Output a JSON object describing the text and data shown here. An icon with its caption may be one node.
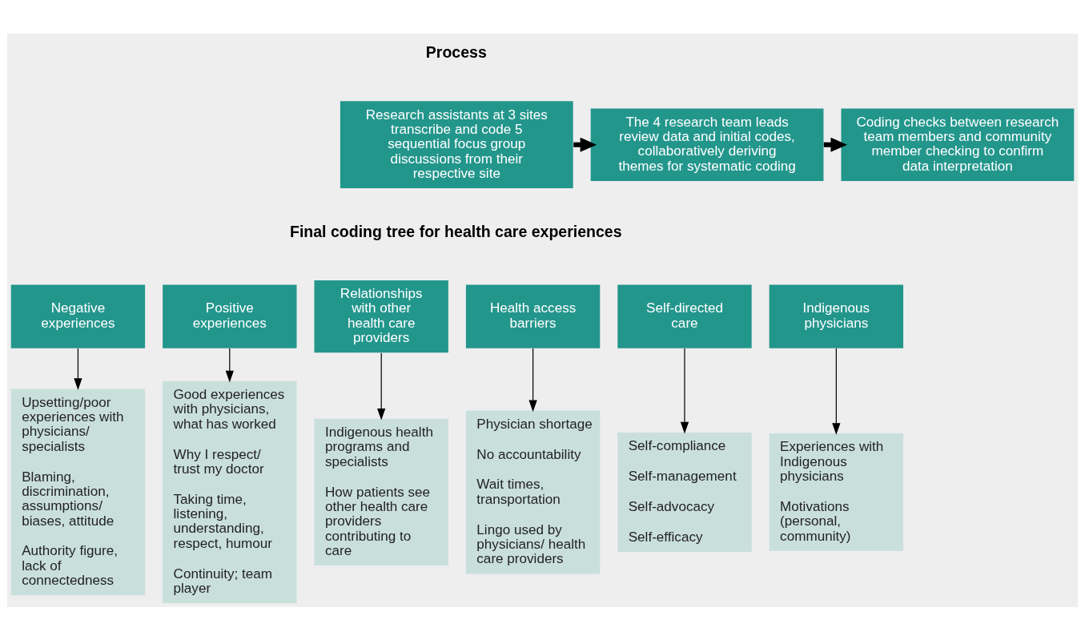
{
  "diagram": {
    "nodes": [
      {
        "text": [
          "Research assistants at 3 sites transcribe and code 5 sequential focus group discussions from their respective site"
        ]
      },
      {
        "text": [
          "The 4 research team leads review data and initial codes, collaboratively deriving themes for systematic coding"
        ]
      },
      {
        "text": [
          "Coding checks between research team members and community member checking to confirm data interpretation"
        ]
      },
      {
        "text": [
          "Negative experiences"
        ]
      },
      {
        "text": [
          "Positive experiences"
        ]
      },
      {
        "text": [
          "Relationships with other health care providers"
        ]
      },
      {
        "text": [
          "Health access barriers"
        ]
      },
      {
        "text": [
          "Self-directed care"
        ]
      },
      {
        "text": [
          "Indigenous physicians"
        ]
      },
      {
        "text": [
          "Upsetting/poor experiences with physicians/ specialists",
          "Blaming, discrimination, assumptions/ biases, attitude",
          "Authority figure, lack of connectedness"
        ]
      },
      {
        "text": [
          "Good experiences with physicians, what has worked",
          "Why I respect/ trust my doctor",
          "Taking time, listening, understanding, respect, humour",
          "Continuity; team player"
        ]
      },
      {
        "text": [
          "Indigenous health programs and specialists",
          "How patients see other health care providers contributing to care"
        ]
      },
      {
        "text": [
          "Physician shortage",
          "No accountability",
          "Wait times, transportation",
          "Lingo used by physicians/ health care providers"
        ]
      },
      {
        "text": [
          "Self-compliance",
          "Self-management",
          "Self-advocacy",
          "Self-efficacy"
        ]
      },
      {
        "text": [
          "Experiences with Indigenous physicians",
          "Motivations (personal, community)"
        ]
      }
    ],
    "edges": [
      {
        "from": 0,
        "to": 1,
        "arrow": "to",
        "style": "thick"
      },
      {
        "from": 1,
        "to": 2,
        "arrow": "to",
        "style": "thick"
      },
      {
        "from": 3,
        "to": 9,
        "arrow": "to"
      },
      {
        "from": 4,
        "to": 10,
        "arrow": "to"
      },
      {
        "from": 5,
        "to": 11,
        "arrow": "to"
      },
      {
        "from": 6,
        "to": 12,
        "arrow": "to"
      },
      {
        "from": 7,
        "to": 13,
        "arrow": "to"
      },
      {
        "from": 8,
        "to": 14,
        "arrow": "to"
      }
    ],
    "labels": [
      "Process",
      "Final coding tree for health care experiences"
    ]
  }
}
